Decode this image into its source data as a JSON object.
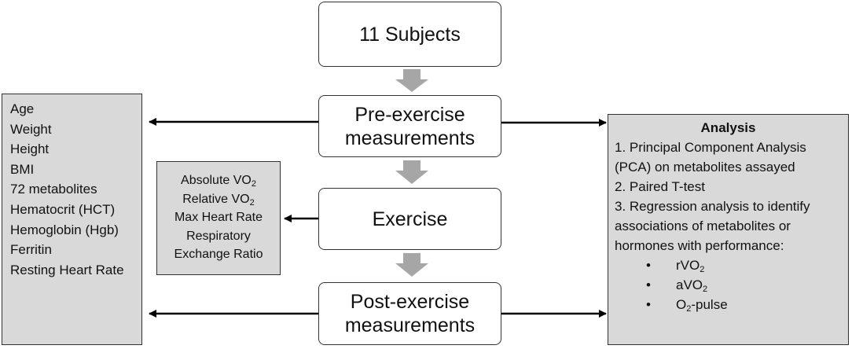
{
  "flow": {
    "subjects": "11 Subjects",
    "pre_line1": "Pre-exercise",
    "pre_line2": "measurements",
    "exercise": "Exercise",
    "post_line1": "Post-exercise",
    "post_line2": "measurements"
  },
  "baseline": {
    "items": [
      "Age",
      "Weight",
      "Height",
      "BMI",
      "72 metabolites",
      "Hematocrit (HCT)",
      "Hemoglobin (Hgb)",
      "Ferritin",
      "Resting Heart Rate"
    ]
  },
  "exercise_measures": {
    "abs_prefix": "Absolute VO",
    "abs_sub": "2",
    "rel_prefix": "Relative VO",
    "rel_sub": "2",
    "max_hr": "Max Heart Rate",
    "resp1": "Respiratory",
    "resp2": "Exchange Ratio"
  },
  "analysis": {
    "title": "Analysis",
    "l1": "1. Principal Component Analysis",
    "l2": "(PCA) on metabolites assayed",
    "l3": "2. Paired T-test",
    "l4": "3. Regression analysis to identify",
    "l5": "associations of metabolites or",
    "l6": "hormones with performance:",
    "bullet_char": "•",
    "b1_prefix": "rVO",
    "b1_sub": "2",
    "b2_prefix": "aVO",
    "b2_sub": "2",
    "b3_prefix": "O",
    "b3_sub": "2",
    "b3_suffix": "-pulse"
  },
  "colors": {
    "box_fill_grey": "#d9d9d9",
    "flow_arrow": "#a6a6a6",
    "line": "#000000"
  }
}
